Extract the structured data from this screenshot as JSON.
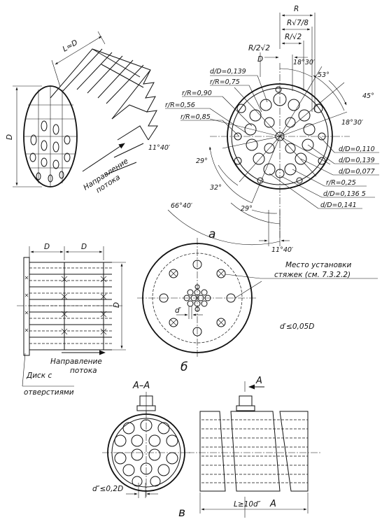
{
  "fig_a": {
    "dim_L": "L≈D",
    "dim_D": "D",
    "flow": [
      "Направление",
      "потока"
    ],
    "R": "R",
    "R78": "R√7/8",
    "R2": "R/√2",
    "R22": "R/2√2",
    "D_top": "D",
    "a1830_top": "18°30′",
    "a53": "53°",
    "a45": "45°",
    "a1830_r": "18°30′",
    "dD139": "d/D=0,139",
    "rR75": "r/R=0,75",
    "rR90": "r/R=0,90",
    "rR56": "r/R=0,56",
    "rR85": "r/R=0,85",
    "a1140_l": "11°40′",
    "a29_l": "29°",
    "a32": "32°",
    "a6640": "66°40′",
    "a29_b": "29°",
    "a1140_b": "11°40′",
    "dD110": "d/D=0,110",
    "dD139b": "d/D=0,139",
    "dD077": "d/D=0,077",
    "rR25": "r/R=0,25",
    "dD1365": "d/D=0,136 5",
    "dD141": "d/D=0,141",
    "caption": "а"
  },
  "fig_b": {
    "D1": "D",
    "D2": "D",
    "D3": "D",
    "flow": [
      "Направление",
      "потока"
    ],
    "disk": [
      "Диск с",
      "отверстиями"
    ],
    "place": [
      "Место установки",
      "стяжек (см. 7.3.2.2)"
    ],
    "dprime": "d′",
    "dcond": "d′≤0,05D",
    "caption": "б"
  },
  "fig_c": {
    "section": "А–А",
    "A_top": "А",
    "A_bot": "А",
    "ddcond": "d″≤0,2D",
    "Lcond": "L≥10d″",
    "caption": "в"
  }
}
